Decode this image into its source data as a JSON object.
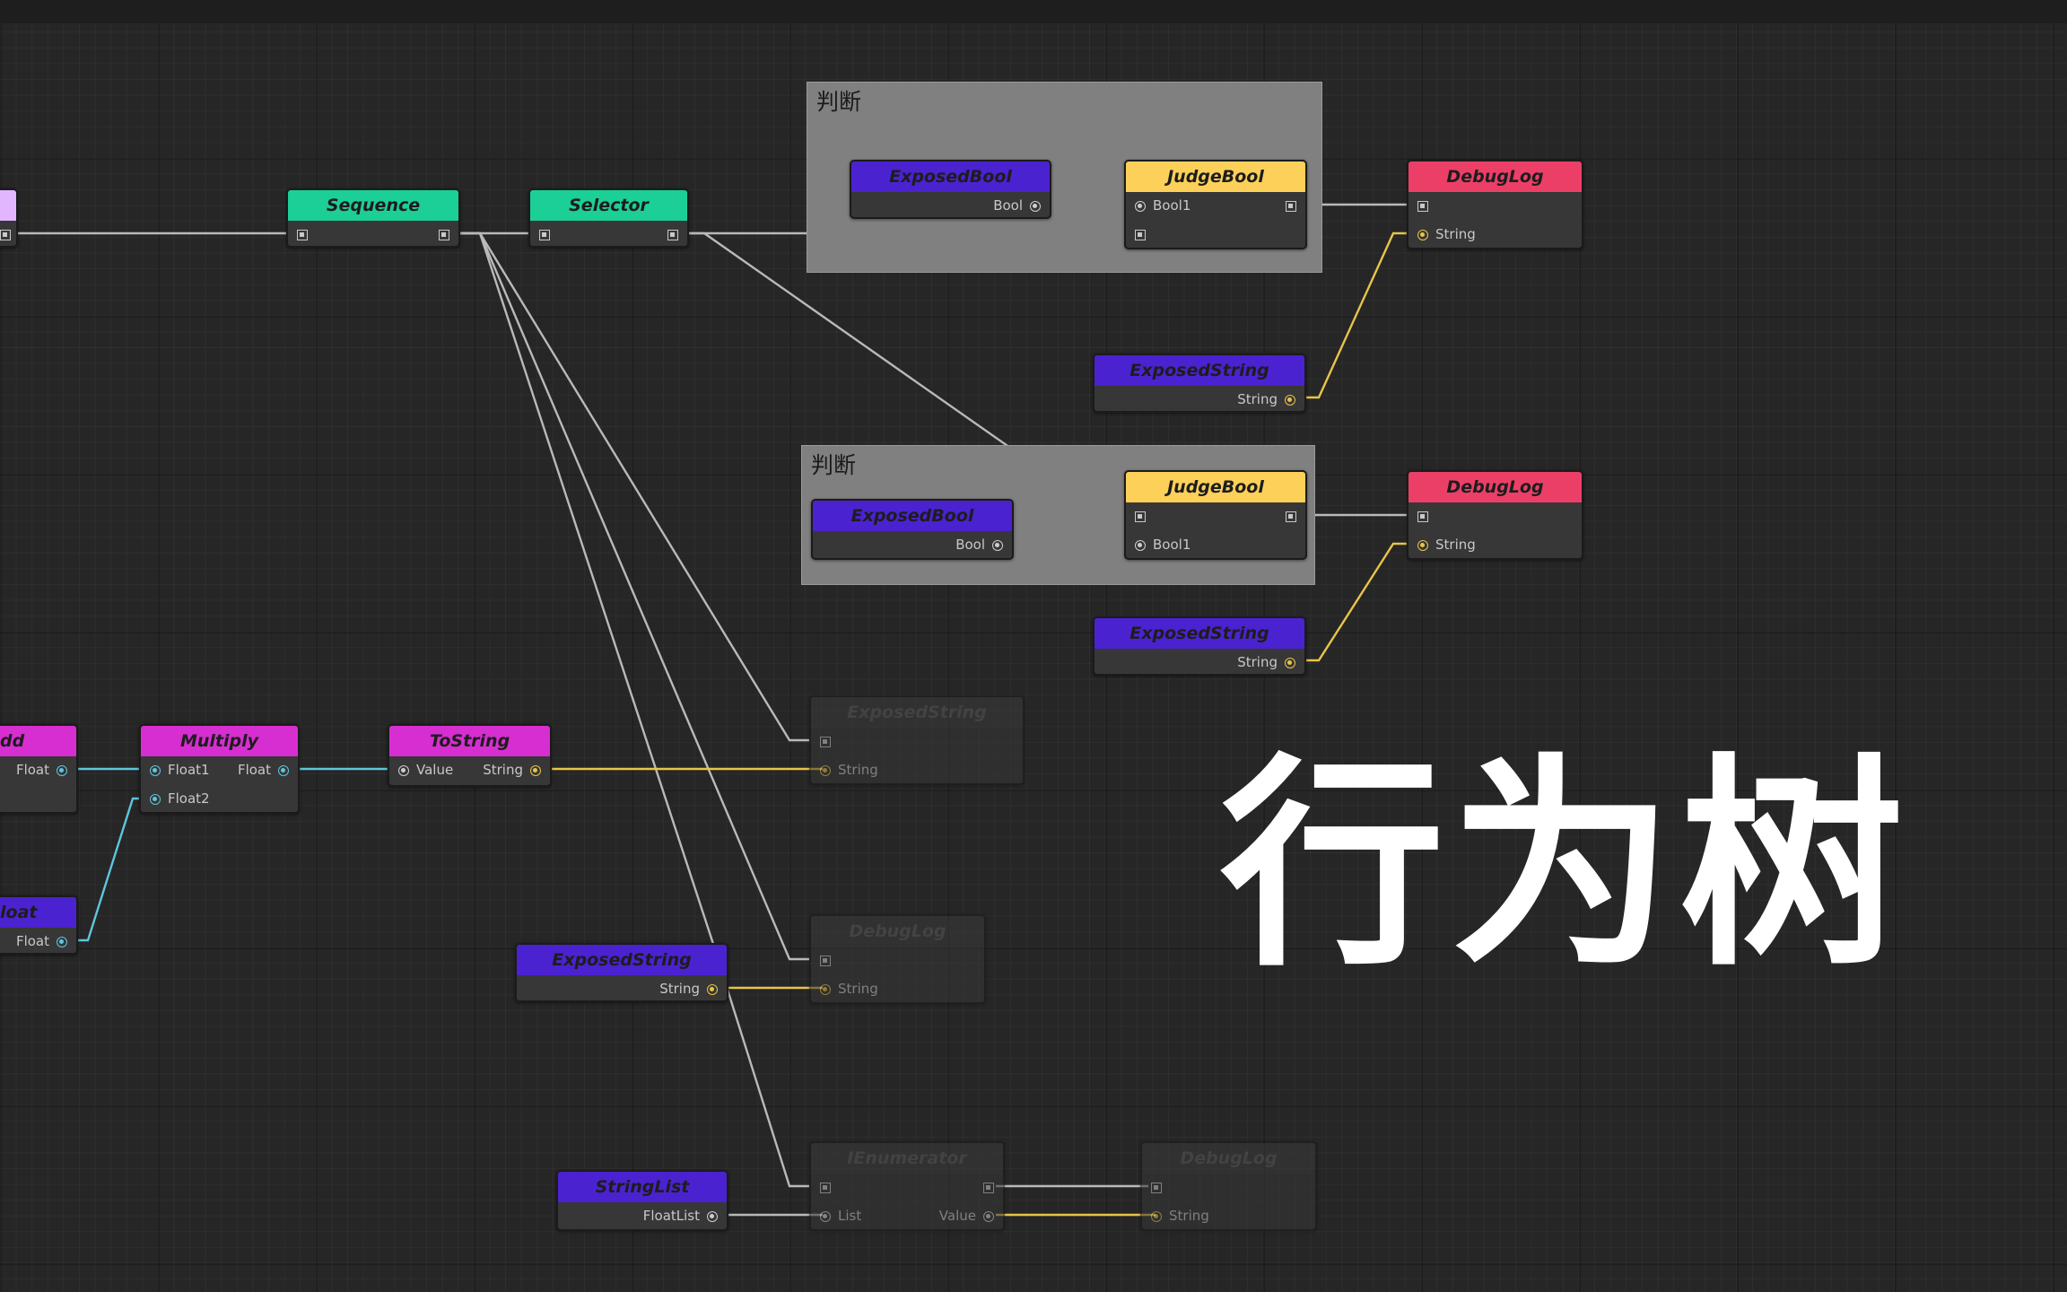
{
  "overlay_title": "行为树",
  "groups": [
    {
      "title": "判断"
    },
    {
      "title": "判断"
    }
  ],
  "nodes": {
    "entry": {
      "title": "",
      "color": "#e2b6ff"
    },
    "sequence": {
      "title": "Sequence",
      "color": "#1ccf96"
    },
    "selector": {
      "title": "Selector",
      "color": "#1ccf96"
    },
    "exposed_bool_1": {
      "title": "ExposedBool",
      "color": "#4b22d0",
      "out": "Bool"
    },
    "judge_bool_1": {
      "title": "JudgeBool",
      "color": "#fdd05a",
      "in": "Bool1"
    },
    "debug_log_1": {
      "title": "DebugLog",
      "color": "#ec3f68",
      "in": "String"
    },
    "exposed_string_1": {
      "title": "ExposedString",
      "color": "#4b22d0",
      "out": "String"
    },
    "exposed_bool_2": {
      "title": "ExposedBool",
      "color": "#4b22d0",
      "out": "Bool"
    },
    "judge_bool_2": {
      "title": "JudgeBool",
      "color": "#fdd05a",
      "in": "Bool1"
    },
    "debug_log_2": {
      "title": "DebugLog",
      "color": "#ec3f68",
      "in": "String"
    },
    "exposed_string_2": {
      "title": "ExposedString",
      "color": "#4b22d0",
      "out": "String"
    },
    "add": {
      "title": "dd",
      "color": "#d62ed0",
      "out": "Float"
    },
    "float_left": {
      "title": "loat",
      "color": "#4b22d0",
      "out": "Float"
    },
    "multiply": {
      "title": "Multiply",
      "color": "#d62ed0",
      "in1": "Float1",
      "in2": "Float2",
      "out": "Float"
    },
    "to_string": {
      "title": "ToString",
      "color": "#d62ed0",
      "in": "Value",
      "out": "String"
    },
    "exposed_string_disabled": {
      "title": "ExposedString",
      "in": "String"
    },
    "debug_log_disabled_1": {
      "title": "DebugLog",
      "in": "String"
    },
    "exposed_string_3": {
      "title": "ExposedString",
      "color": "#4b22d0",
      "out": "String"
    },
    "ienumerator": {
      "title": "IEnumerator",
      "in": "List",
      "out": "Value"
    },
    "debug_log_disabled_2": {
      "title": "DebugLog",
      "in": "String"
    },
    "string_list": {
      "title": "StringList",
      "color": "#4b22d0",
      "out": "FloatList"
    }
  },
  "colors": {
    "flow_wire": "#b9b9b9",
    "string_wire": "#e8c44a",
    "float_wire": "#5ec6de"
  }
}
